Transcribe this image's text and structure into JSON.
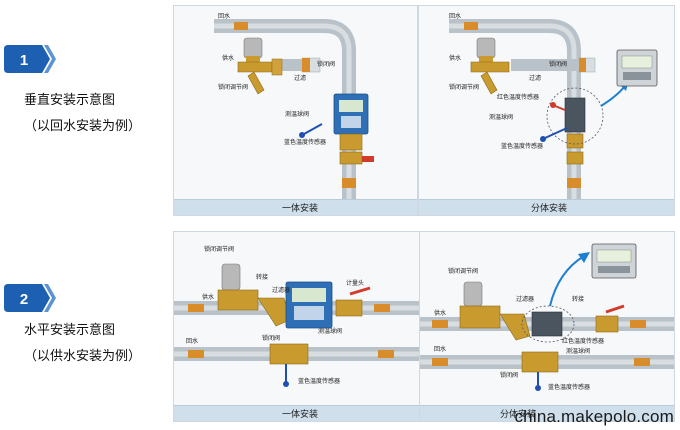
{
  "steps": [
    {
      "number": "1",
      "caption_line1": "垂直安装示意图",
      "caption_line2": "（以回水安装为例）",
      "panels": [
        {
          "footer": "一体安装",
          "labels": {
            "return_water": "回水",
            "supply_water": "供水",
            "lock_valve": "锁闭调节阀",
            "filter": "过滤",
            "lock_valve2": "锁闭阀",
            "temp_probe": "测温球阀",
            "blue_sensor": "蓝色温度传感器"
          }
        },
        {
          "footer": "分体安装",
          "labels": {
            "return_water": "回水",
            "supply_water": "供水",
            "lock_valve": "锁闭调节阀",
            "lock_valve2": "锁闭阀",
            "filter": "过滤",
            "red_sensor": "红色温度传感器",
            "temp_probe": "测温球阀",
            "blue_sensor": "蓝色温度传感器"
          }
        }
      ]
    },
    {
      "number": "2",
      "caption_line1": "水平安装示意图",
      "caption_line2": "（以供水安装为例）",
      "panels": [
        {
          "footer": "一体安装",
          "labels": {
            "lock_adjust_valve": "锁闭调节阀",
            "adapter": "转接",
            "filter": "过滤器",
            "temp_probe": "测温球阀",
            "supply_water": "供水",
            "lock_valve": "锁闭阀",
            "return_water": "回水",
            "blue_sensor": "蓝色温度传感器",
            "meter_head": "计量头"
          }
        },
        {
          "footer": "分体安装",
          "labels": {
            "lock_adjust_valve": "锁闭调节阀",
            "filter": "过滤器",
            "adapter": "转接",
            "supply_water": "供水",
            "red_sensor": "红色温度传感器",
            "temp_probe": "测温球阀",
            "return_water": "回水",
            "lock_valve": "锁闭阀",
            "blue_sensor": "蓝色温度传感器"
          }
        }
      ]
    }
  ],
  "watermark": "china.makepolo.com",
  "colors": {
    "badge_blue": "#1d5fb0",
    "pipe_gray": "#b9c2c8",
    "pipe_band": "#d98c2a",
    "brass": "#c99a2e",
    "meter_blue": "#2f6fb6",
    "footer_bar": "#cfe0ec"
  }
}
